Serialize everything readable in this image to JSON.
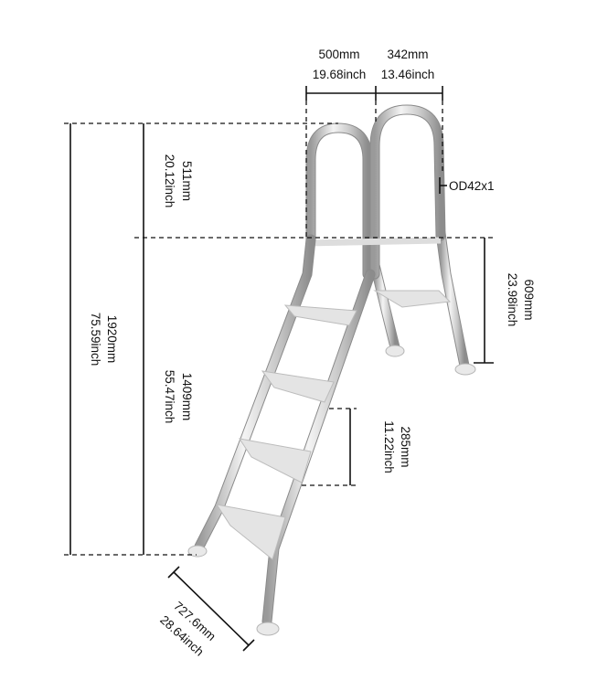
{
  "dimensions": {
    "top_width_left": {
      "mm": "500mm",
      "inch": "19.68inch"
    },
    "top_width_right": {
      "mm": "342mm",
      "inch": "13.46inch"
    },
    "handrail_height": {
      "mm": "511mm",
      "inch": "20.12inch"
    },
    "tube_spec": "OD42x1",
    "rear_height": {
      "mm": "609mm",
      "inch": "23.98inch"
    },
    "total_height": {
      "mm": "1920mm",
      "inch": "75.59inch"
    },
    "front_height": {
      "mm": "1409mm",
      "inch": "55.47inch"
    },
    "step_spacing": {
      "mm": "285mm",
      "inch": "11.22inch"
    },
    "base_width": {
      "mm": "727.6mm",
      "inch": "28.64inch"
    }
  }
}
